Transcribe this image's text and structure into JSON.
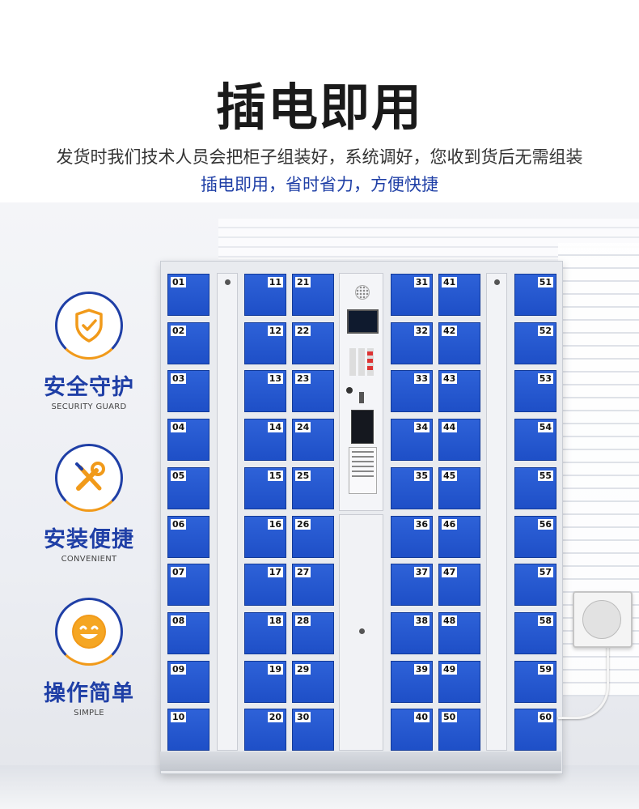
{
  "header": {
    "title": "插电即用",
    "subtitle_line1": "发货时我们技术人员会把柜子组装好，系统调好，您收到货后无需组装",
    "subtitle_line2": "插电即用，省时省力，方便快捷"
  },
  "colors": {
    "accent_blue": "#1f3fa6",
    "accent_orange": "#f19a1a",
    "door_blue": "#1e4fc7"
  },
  "features": [
    {
      "icon": "shield-check-icon",
      "name": "安全守护",
      "en": "SECURITY GUARD"
    },
    {
      "icon": "wrench-screwdriver-icon",
      "name": "安装便捷",
      "en": "CONVENIENT"
    },
    {
      "icon": "smiley-face-icon",
      "name": "操作简单",
      "en": "SIMPLE"
    }
  ],
  "lockers": {
    "col1": [
      "01",
      "02",
      "03",
      "04",
      "05",
      "06",
      "07",
      "08",
      "09",
      "10"
    ],
    "col2": [
      "11",
      "12",
      "13",
      "14",
      "15",
      "16",
      "17",
      "18",
      "19",
      "20"
    ],
    "col3": [
      "21",
      "22",
      "23",
      "24",
      "25",
      "26",
      "27",
      "28",
      "29",
      "30"
    ],
    "col4": [
      "31",
      "32",
      "33",
      "34",
      "35",
      "36",
      "37",
      "38",
      "39",
      "40"
    ],
    "col5": [
      "41",
      "42",
      "43",
      "44",
      "45",
      "46",
      "47",
      "48",
      "49",
      "50"
    ],
    "col6": [
      "51",
      "52",
      "53",
      "54",
      "55",
      "56",
      "57",
      "58",
      "59",
      "60"
    ]
  }
}
